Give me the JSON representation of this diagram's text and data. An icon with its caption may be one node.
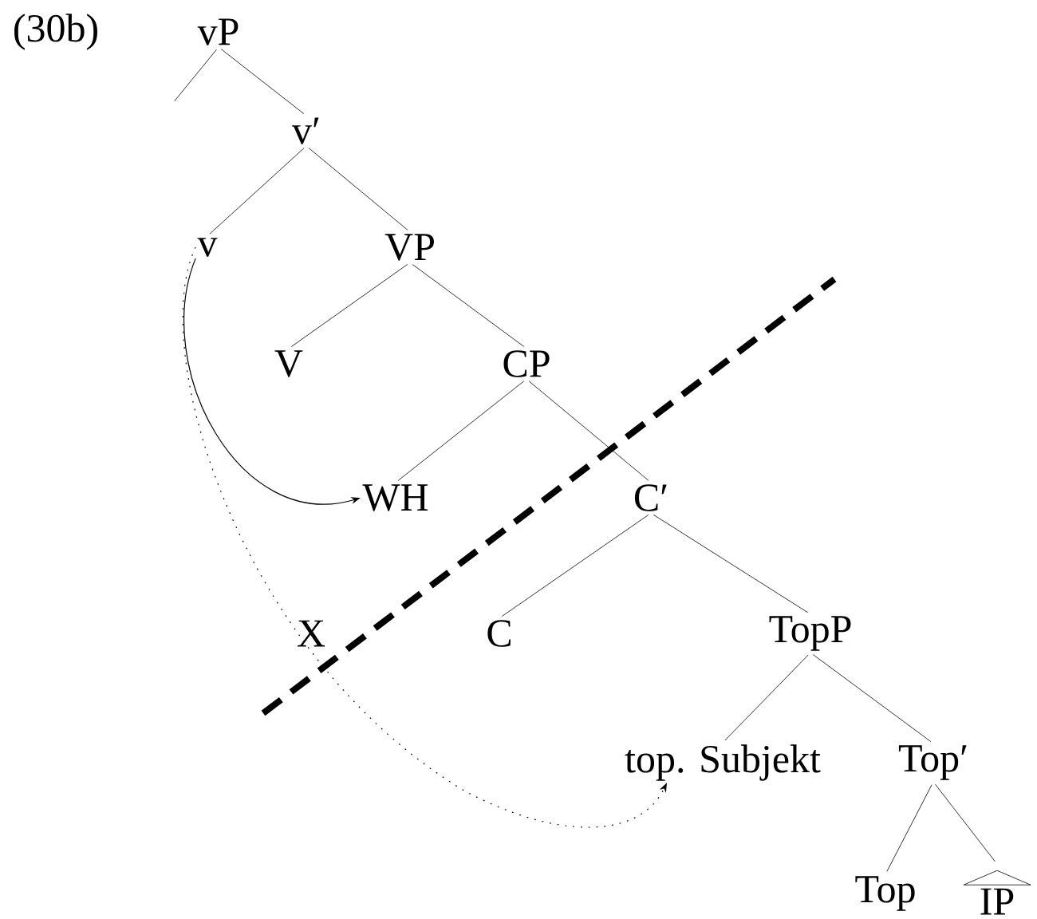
{
  "diagram": {
    "nodes": [
      {
        "text": [
          "vP"
        ]
      },
      {
        "text": [
          "v′"
        ]
      },
      {
        "text": [
          "v"
        ]
      },
      {
        "text": [
          "VP"
        ]
      },
      {
        "text": [
          "V"
        ]
      },
      {
        "text": [
          "CP"
        ]
      },
      {
        "text": [
          "WH"
        ]
      },
      {
        "text": [
          "C′"
        ]
      },
      {
        "text": [
          "C"
        ]
      },
      {
        "text": [
          "TopP"
        ]
      },
      {
        "text": [
          "top. Subjekt"
        ]
      },
      {
        "text": [
          "Top′"
        ]
      },
      {
        "text": [
          "Top"
        ]
      },
      {
        "text": [
          "IP"
        ]
      }
    ],
    "edges": [
      {
        "from": 0,
        "to": null,
        "arrow": "none"
      },
      {
        "from": 0,
        "to": 1,
        "arrow": "none"
      },
      {
        "from": 1,
        "to": 2,
        "arrow": "none"
      },
      {
        "from": 1,
        "to": 3,
        "arrow": "none"
      },
      {
        "from": 3,
        "to": 4,
        "arrow": "none"
      },
      {
        "from": 3,
        "to": 5,
        "arrow": "none"
      },
      {
        "from": 5,
        "to": 6,
        "arrow": "none"
      },
      {
        "from": 5,
        "to": 7,
        "arrow": "none"
      },
      {
        "from": 7,
        "to": 8,
        "arrow": "none"
      },
      {
        "from": 7,
        "to": 9,
        "arrow": "none"
      },
      {
        "from": 9,
        "to": 10,
        "arrow": "none"
      },
      {
        "from": 9,
        "to": 11,
        "arrow": "none"
      },
      {
        "from": 11,
        "to": 12,
        "arrow": "none"
      },
      {
        "from": 11,
        "to": 13,
        "arrow": "none"
      },
      {
        "from": 2,
        "to": 6,
        "arrow": "to"
      },
      {
        "from": 2,
        "to": 10,
        "arrow": "to",
        "style": "dashed"
      }
    ],
    "labels": [
      "(30b)",
      "X"
    ]
  }
}
